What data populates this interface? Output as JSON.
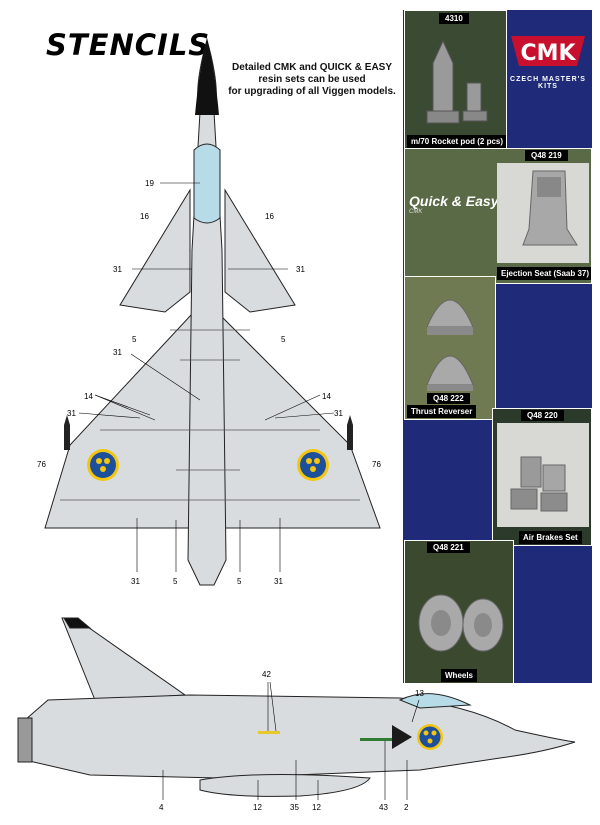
{
  "header": {
    "title": "STENCILS",
    "intro_lines": [
      "Detailed CMK and QUICK & EASY",
      "resin sets can be used",
      "for upgrading of all Viggen models."
    ]
  },
  "brand": {
    "logo_text": "CMK",
    "subtitle": "CZECH MASTER'S KITS"
  },
  "products": [
    {
      "code": "4310",
      "caption": "m/70 Rocket pod (2 pcs)"
    },
    {
      "code": "Q48 219",
      "caption": "Ejection Seat (Saab 37)",
      "brand_badge": "Quick & Easy",
      "brand_sub": "CMK"
    },
    {
      "code": "Q48 222",
      "caption": "Thrust Reverser"
    },
    {
      "code": "Q48 220",
      "caption": "Air Brakes Set"
    },
    {
      "code": "Q48 221",
      "caption": "Wheels"
    }
  ],
  "top_view_callouts": [
    "19",
    "16",
    "16",
    "31",
    "31",
    "5",
    "5",
    "31",
    "14",
    "14",
    "31",
    "31",
    "76",
    "76",
    "31",
    "5",
    "5",
    "31"
  ],
  "side_view_callouts": [
    "42",
    "13",
    "4",
    "12",
    "35",
    "12",
    "43",
    "2"
  ],
  "colors": {
    "aircraft_grey": "#d9dcdf",
    "roundel_blue": "#1e4f9a",
    "roundel_yellow": "#f3c611",
    "panel_background": "#1f2a78"
  }
}
